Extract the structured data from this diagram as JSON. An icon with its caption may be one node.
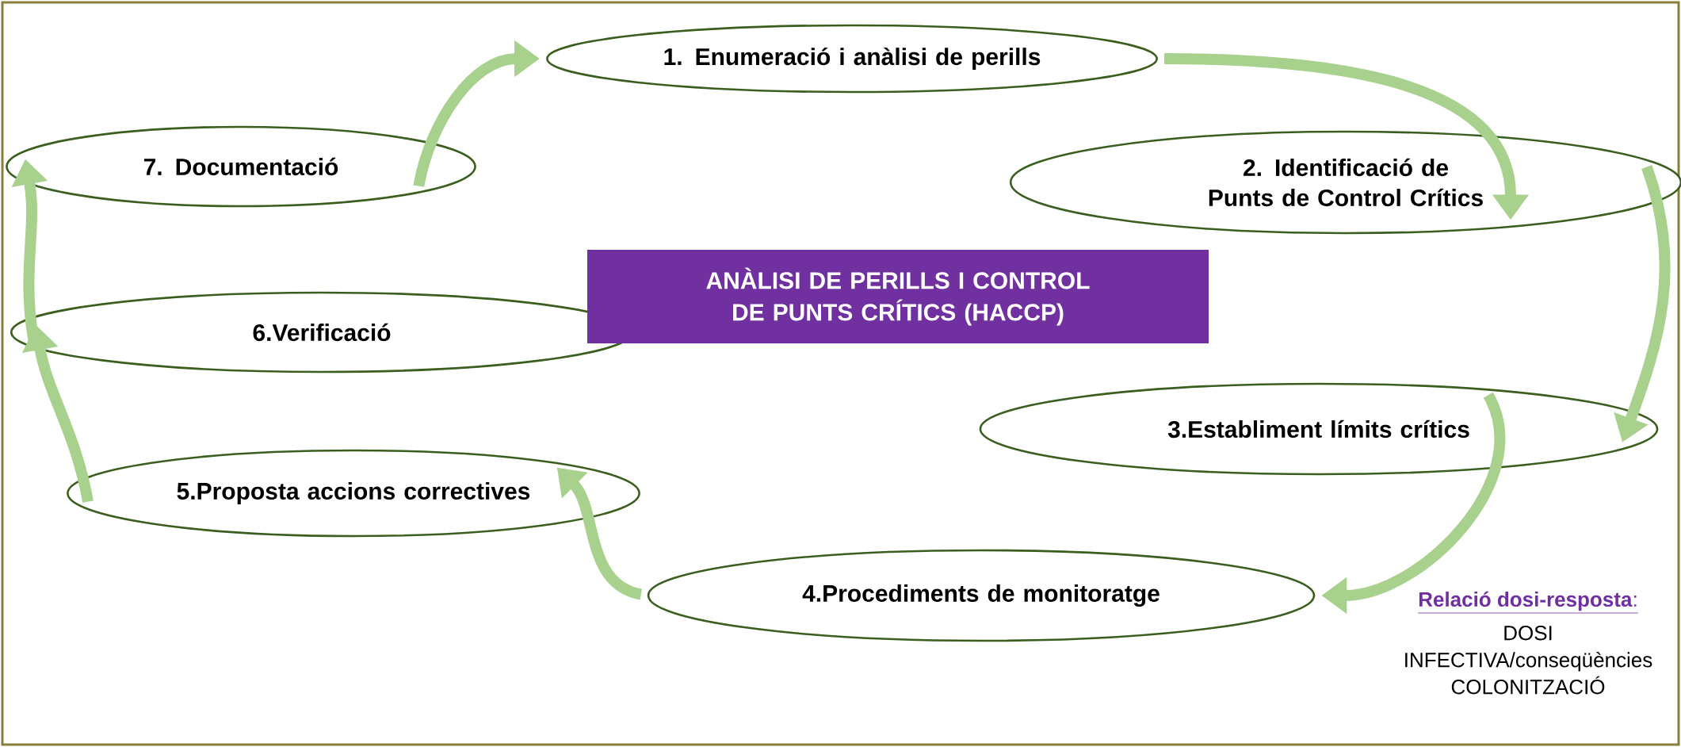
{
  "diagram": {
    "nodes": [
      {
        "text": [
          "ANÀLISI DE PERILLS I CONTROL DE PUNTS CRÍTICS (HACCP)"
        ]
      },
      {
        "text": [
          "1. Enumeració i anàlisi de perills"
        ]
      },
      {
        "text": [
          "2. Identificació de Punts de Control Crítics"
        ]
      },
      {
        "text": [
          "3.Establiment límits crítics"
        ]
      },
      {
        "text": [
          "4.Procediments de monitoratge"
        ]
      },
      {
        "text": [
          "5.Proposta accions correctives"
        ]
      },
      {
        "text": [
          "6.Verificació"
        ]
      },
      {
        "text": [
          "7. Documentació"
        ]
      }
    ],
    "edges": [
      {
        "from": 1,
        "to": 2,
        "arrow": "to"
      },
      {
        "from": 2,
        "to": 3,
        "arrow": "to"
      },
      {
        "from": 3,
        "to": 4,
        "arrow": "to"
      },
      {
        "from": 4,
        "to": 5,
        "arrow": "to"
      },
      {
        "from": 5,
        "to": 6,
        "arrow": "to"
      },
      {
        "from": 6,
        "to": 7,
        "arrow": "to"
      },
      {
        "from": 7,
        "to": 1,
        "arrow": "to"
      }
    ],
    "labels": [
      "**Relació dosi-resposta**:",
      "DOSI INFECTIVA/conseqüències COLONITZACIÓ"
    ]
  }
}
